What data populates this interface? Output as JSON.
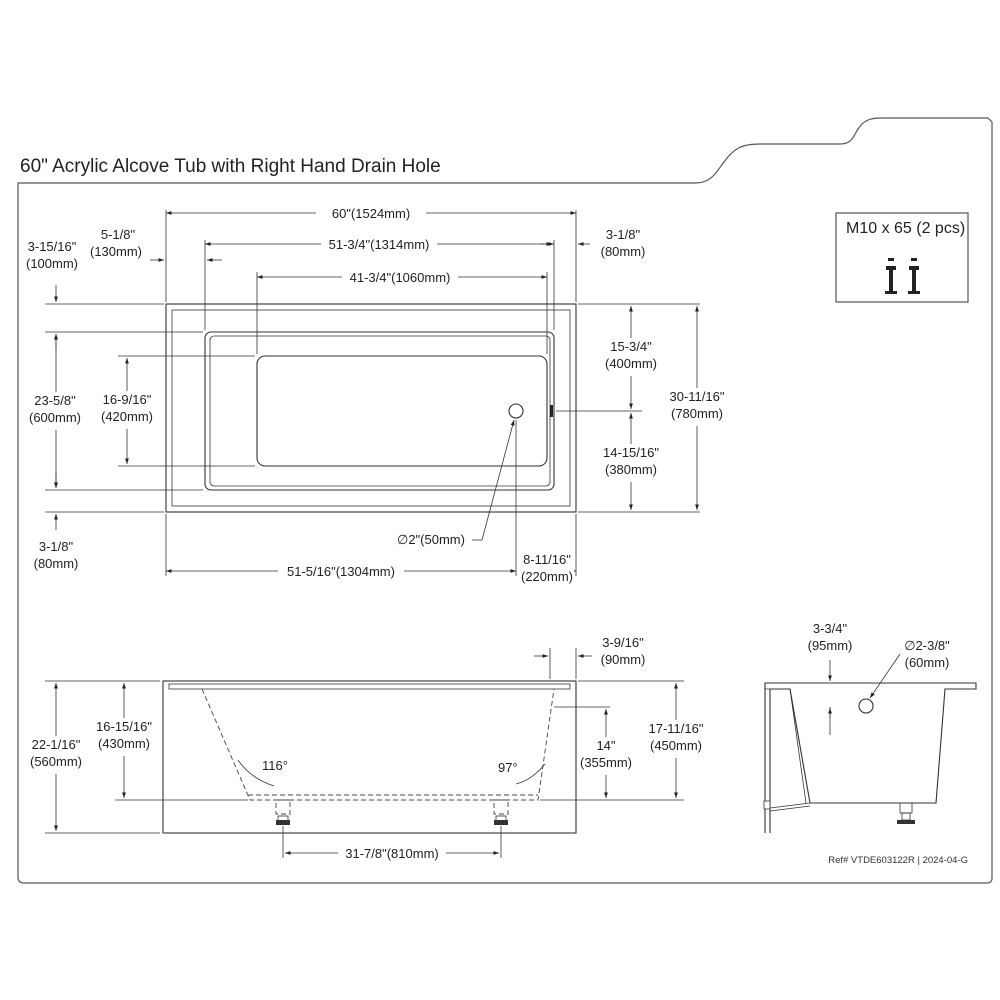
{
  "title": "60\" Acrylic Alcove Tub with Right Hand Drain Hole",
  "hardware": {
    "label": "M10 x 65 (2 pcs)",
    "icon": "bolt-icon"
  },
  "reference": "Ref# VTDE603122R | 2024-04-G",
  "top_view": {
    "overall_length": "60\"(1524mm)",
    "inner_length": "51-3/4\"(1314mm)",
    "bottom_length": "41-3/4\"(1060mm)",
    "left_deck": [
      "5-1/8\"",
      "(130mm)"
    ],
    "right_deck": [
      "3-1/8\"",
      "(80mm)"
    ],
    "back_deck": [
      "3-15/16\"",
      "(100mm)"
    ],
    "front_deck": [
      "3-1/8\"",
      "(80mm)"
    ],
    "inner_width": [
      "23-5/8\"",
      "(600mm)"
    ],
    "bottom_width": [
      "16-9/16\"",
      "(420mm)"
    ],
    "drain_to_back": [
      "15-3/4\"",
      "(400mm)"
    ],
    "drain_to_front": [
      "14-15/16\"",
      "(380mm)"
    ],
    "overall_width": [
      "30-11/16\"",
      "(780mm)"
    ],
    "drain_diameter": "∅2\"(50mm)",
    "drain_from_left": "51-5/16\"(1304mm)",
    "drain_from_right": [
      "8-11/16\"",
      "(220mm)"
    ]
  },
  "front_view": {
    "overall_height": [
      "22-1/16\"",
      "(560mm)"
    ],
    "inner_depth": [
      "16-15/16\"",
      "(430mm)"
    ],
    "left_angle": "116°",
    "right_angle": "97°",
    "overflow_height": [
      "14\"",
      "(355mm)"
    ],
    "right_depth": [
      "17-11/16\"",
      "(450mm)"
    ],
    "right_wall": [
      "3-9/16\"",
      "(90mm)"
    ],
    "leg_spacing": "31-7/8\"(810mm)"
  },
  "side_view": {
    "overflow_offset": [
      "3-3/4\"",
      "(95mm)"
    ],
    "overflow_diameter": [
      "∅2-3/8\"",
      "(60mm)"
    ]
  }
}
